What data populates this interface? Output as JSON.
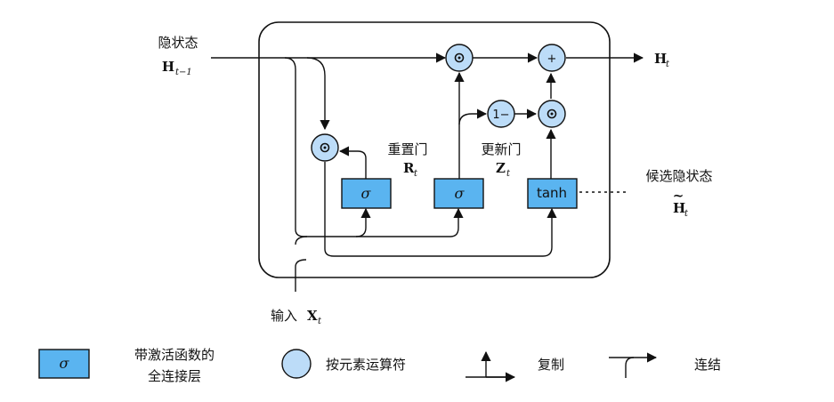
{
  "labels": {
    "hidden_state": "隐状态",
    "h_prev": "H",
    "h_prev_sub": "t−1",
    "h_out": "H",
    "h_out_sub": "t",
    "reset_gate": "重置门",
    "reset_var": "R",
    "reset_sub": "t",
    "update_gate": "更新门",
    "update_var": "Z",
    "update_sub": "t",
    "candidate": "候选隐状态",
    "candidate_var": "H",
    "candidate_tilde": "~",
    "candidate_sub": "t",
    "input": "输入",
    "input_var": "X",
    "input_sub": "t"
  },
  "blocks": {
    "sigma": "σ",
    "tanh": "tanh",
    "plus": "+",
    "one_minus": "1−"
  },
  "legend": {
    "activation_line1": "带激活函数的",
    "activation_line2": "全连接层",
    "elementwise": "按元素运算符",
    "copy": "复制",
    "concat": "连结",
    "sigma": "σ"
  },
  "colors": {
    "box_fill": "#5ab4f0",
    "circle_fill": "#bcdcf8",
    "stroke": "#111111"
  }
}
